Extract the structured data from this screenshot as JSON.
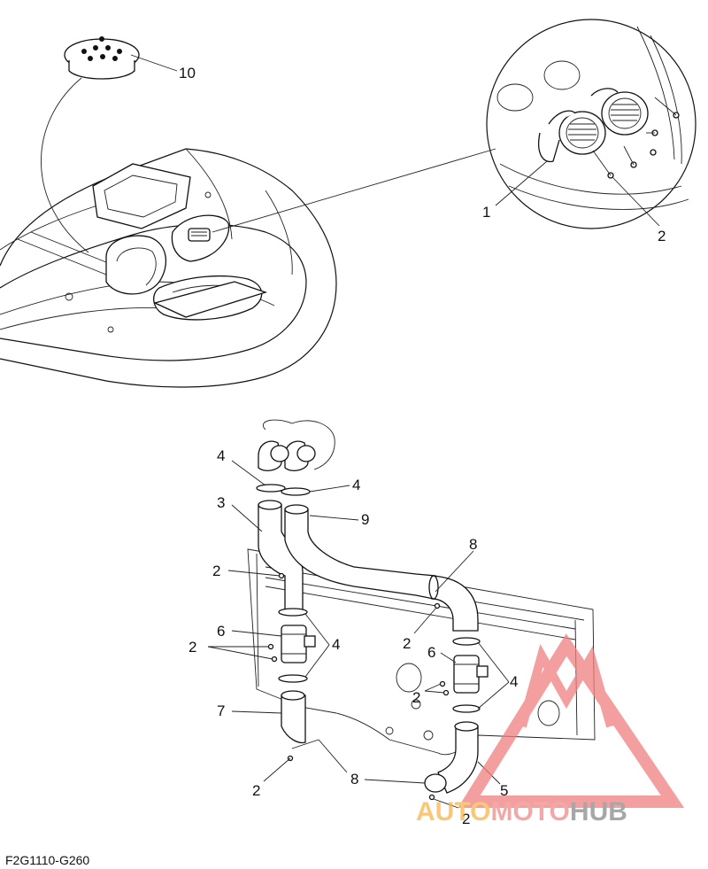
{
  "callouts_top": [
    {
      "id": "c10",
      "text": "10"
    },
    {
      "id": "c1",
      "text": "1"
    },
    {
      "id": "c2a",
      "text": "2"
    }
  ],
  "callouts_bottom": [
    {
      "id": "b4a",
      "text": "4"
    },
    {
      "id": "b4b",
      "text": "4"
    },
    {
      "id": "b3",
      "text": "3"
    },
    {
      "id": "b9",
      "text": "9"
    },
    {
      "id": "b8a",
      "text": "8"
    },
    {
      "id": "b2a",
      "text": "2"
    },
    {
      "id": "b6a",
      "text": "6"
    },
    {
      "id": "b2b",
      "text": "2"
    },
    {
      "id": "b4c",
      "text": "4"
    },
    {
      "id": "b2c",
      "text": "2"
    },
    {
      "id": "b6b",
      "text": "6"
    },
    {
      "id": "b4d",
      "text": "4"
    },
    {
      "id": "b2d",
      "text": "2"
    },
    {
      "id": "b7",
      "text": "7"
    },
    {
      "id": "b2e",
      "text": "2"
    },
    {
      "id": "b8b",
      "text": "8"
    },
    {
      "id": "b5",
      "text": "5"
    },
    {
      "id": "b2f",
      "text": "2"
    }
  ],
  "figure_code": "F2G1110-G260",
  "watermark": {
    "part1": "AUTO",
    "part2": "MOTO",
    "part3": "HUB",
    "color_auto": "#f7b54a",
    "color_moto": "#f08c8c",
    "color_hub": "#8a8a8a",
    "triangle_color": "#f08080"
  }
}
